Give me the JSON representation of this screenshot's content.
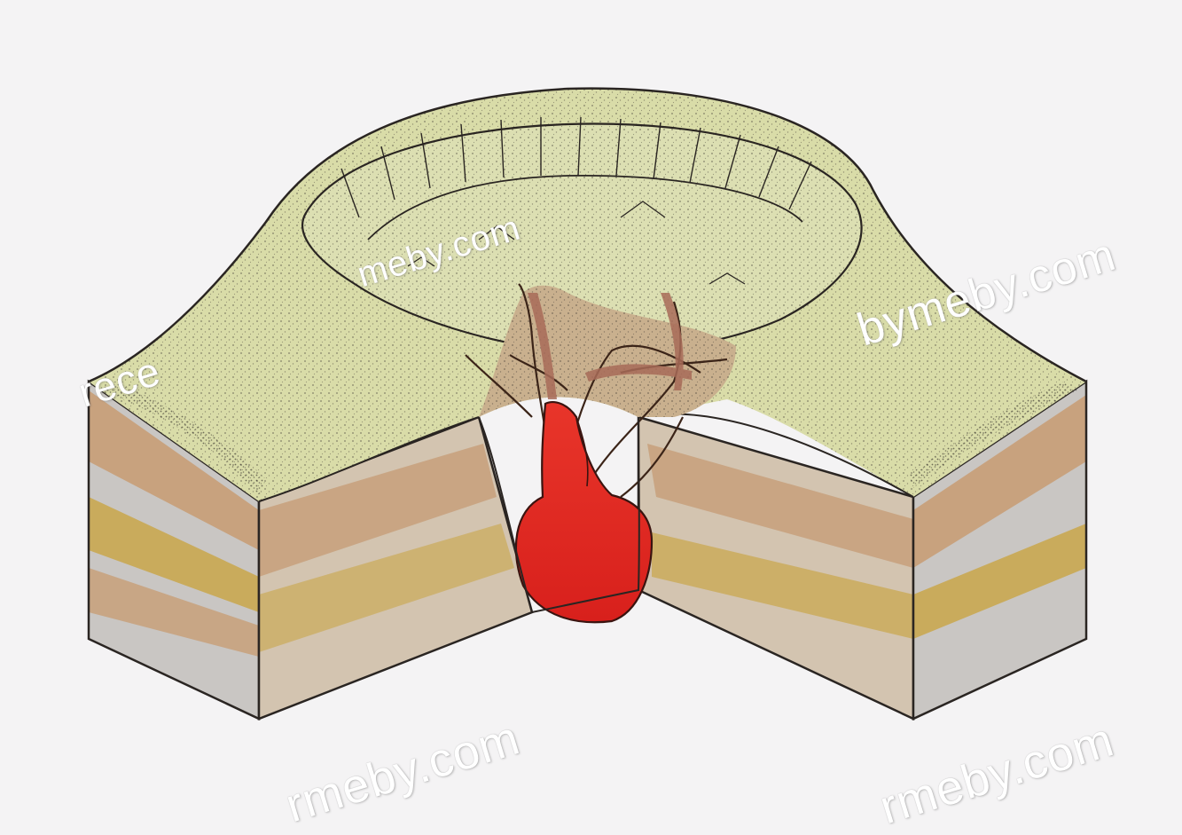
{
  "figure": {
    "subject": "cross-section block of a caldera with magma chamber",
    "colors": {
      "background": "#f4f3f4",
      "magma": "#e0261f",
      "sediment_tan": "#c8a27e",
      "sediment_grey": "#c9c6c3",
      "sediment_ochre": "#c9a64a",
      "vegetation_green": "#d9dca8",
      "outline": "#2a2522"
    }
  },
  "watermarks": {
    "top_left": "rece",
    "center": "meby.com",
    "right": "bymeby.com",
    "bottom_left": "rmeby.com",
    "bottom_right": "rmeby.com"
  }
}
